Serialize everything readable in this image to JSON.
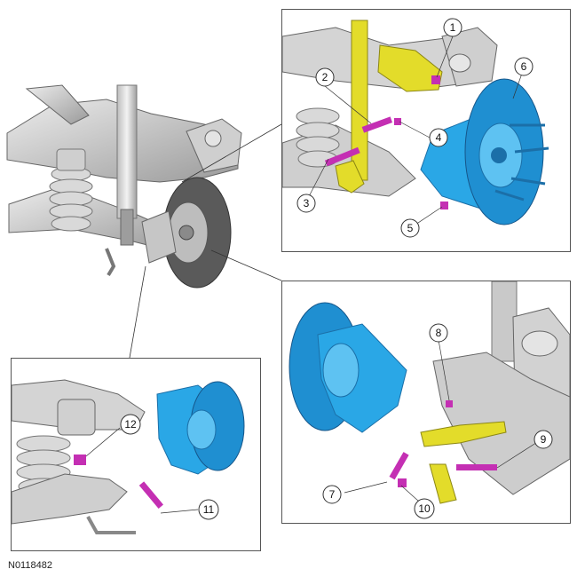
{
  "figure_id": "N0118482",
  "callouts": [
    "1",
    "2",
    "3",
    "4",
    "5",
    "6",
    "7",
    "8",
    "9",
    "10",
    "11",
    "12"
  ],
  "colors": {
    "hub_knuckle": "#2aa7e6",
    "hub_dark": "#1b6fa8",
    "link_yellow": "#e3dc2a",
    "bolt_magenta": "#c42fb3",
    "metal_light": "#d6d6d6",
    "metal_mid": "#a9a9a9",
    "metal_dark": "#6e6e6e",
    "outline": "#555555"
  }
}
